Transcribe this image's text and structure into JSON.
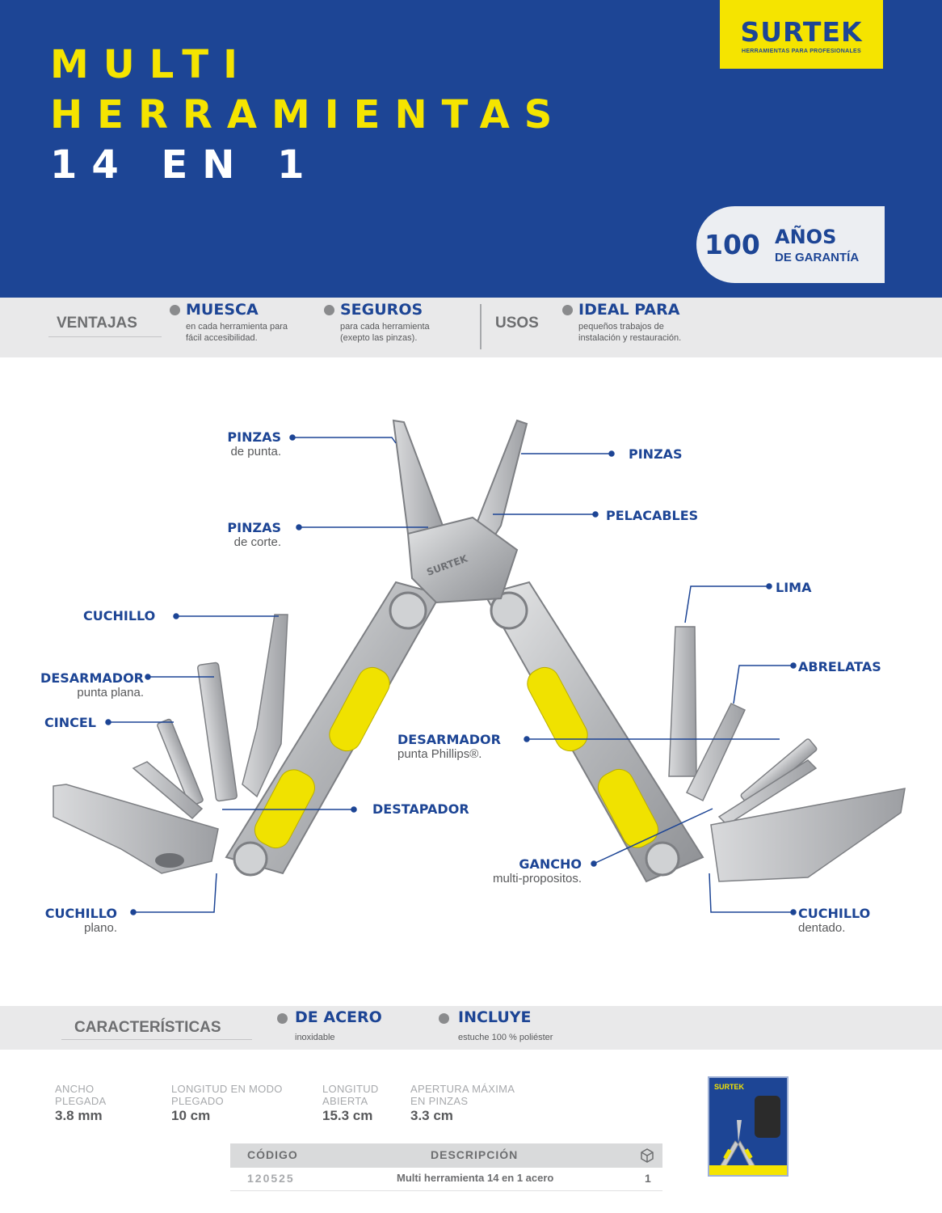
{
  "header": {
    "title_line1": "MULTI",
    "title_line2": "HERRAMIENTAS",
    "title_line3": "14 EN 1",
    "brand": "SURTEK",
    "brand_tagline": "HERRAMIENTAS PARA PROFESIONALES",
    "warranty_number": "100",
    "warranty_line1": "AÑOS",
    "warranty_line2": "DE GARANTÍA"
  },
  "ventajas": {
    "label": "VENTAJAS",
    "items": [
      {
        "title": "MUESCA",
        "desc1": "en cada herramienta para",
        "desc2": "fácil accesibilidad."
      },
      {
        "title": "SEGUROS",
        "desc1": "para cada herramienta",
        "desc2": "(exepto las pinzas)."
      }
    ],
    "usos_label": "USOS",
    "usos": {
      "title": "IDEAL PARA",
      "desc1": "pequeños trabajos de",
      "desc2": "instalación y restauración."
    }
  },
  "callouts": {
    "pinzas_punta": {
      "title": "PINZAS",
      "sub": "de punta."
    },
    "pinzas": {
      "title": "PINZAS"
    },
    "pinzas_corte": {
      "title": "PINZAS",
      "sub": "de corte."
    },
    "pelacables": {
      "title": "PELACABLES"
    },
    "lima": {
      "title": "LIMA"
    },
    "cuchillo": {
      "title": "CUCHILLO"
    },
    "abrelatas": {
      "title": "ABRELATAS"
    },
    "desarmador_plana": {
      "title": "DESARMADOR",
      "sub": "punta plana."
    },
    "cincel": {
      "title": "CINCEL"
    },
    "desarmador_phillips": {
      "title": "DESARMADOR",
      "sub": "punta Phillips®."
    },
    "destapador": {
      "title": "DESTAPADOR"
    },
    "gancho": {
      "title": "GANCHO",
      "sub": "multi-propositos."
    },
    "cuchillo_plano": {
      "title": "CUCHILLO",
      "sub": "plano."
    },
    "cuchillo_dentado": {
      "title": "CUCHILLO",
      "sub": "dentado."
    }
  },
  "tool": {
    "engraving": "SURTEK"
  },
  "caracteristicas": {
    "label": "CARACTERÍSTICAS",
    "items": [
      {
        "title": "DE ACERO",
        "desc": "inoxidable"
      },
      {
        "title": "INCLUYE",
        "desc": "estuche 100 % poliéster"
      }
    ]
  },
  "specs": [
    {
      "label1": "ANCHO",
      "label2": "PLEGADA",
      "value": "3.8 mm"
    },
    {
      "label1": "LONGITUD EN MODO",
      "label2": "PLEGADO",
      "value": "10 cm"
    },
    {
      "label1": "LONGITUD",
      "label2": "ABIERTA",
      "value": "15.3 cm"
    },
    {
      "label1": "APERTURA MÁXIMA",
      "label2": "EN PINZAS",
      "value": "3.3 cm"
    }
  ],
  "table": {
    "headers": {
      "code": "CÓDIGO",
      "description": "DESCRIPCIÓN"
    },
    "rows": [
      {
        "code": "120525",
        "description": "Multi herramienta 14 en 1 acero",
        "qty": "1"
      }
    ]
  },
  "package": {
    "brand": "SURTEK"
  },
  "colors": {
    "brand_blue": "#1d4595",
    "brand_yellow": "#f5e400",
    "bar_gray": "#e9e9ea"
  }
}
